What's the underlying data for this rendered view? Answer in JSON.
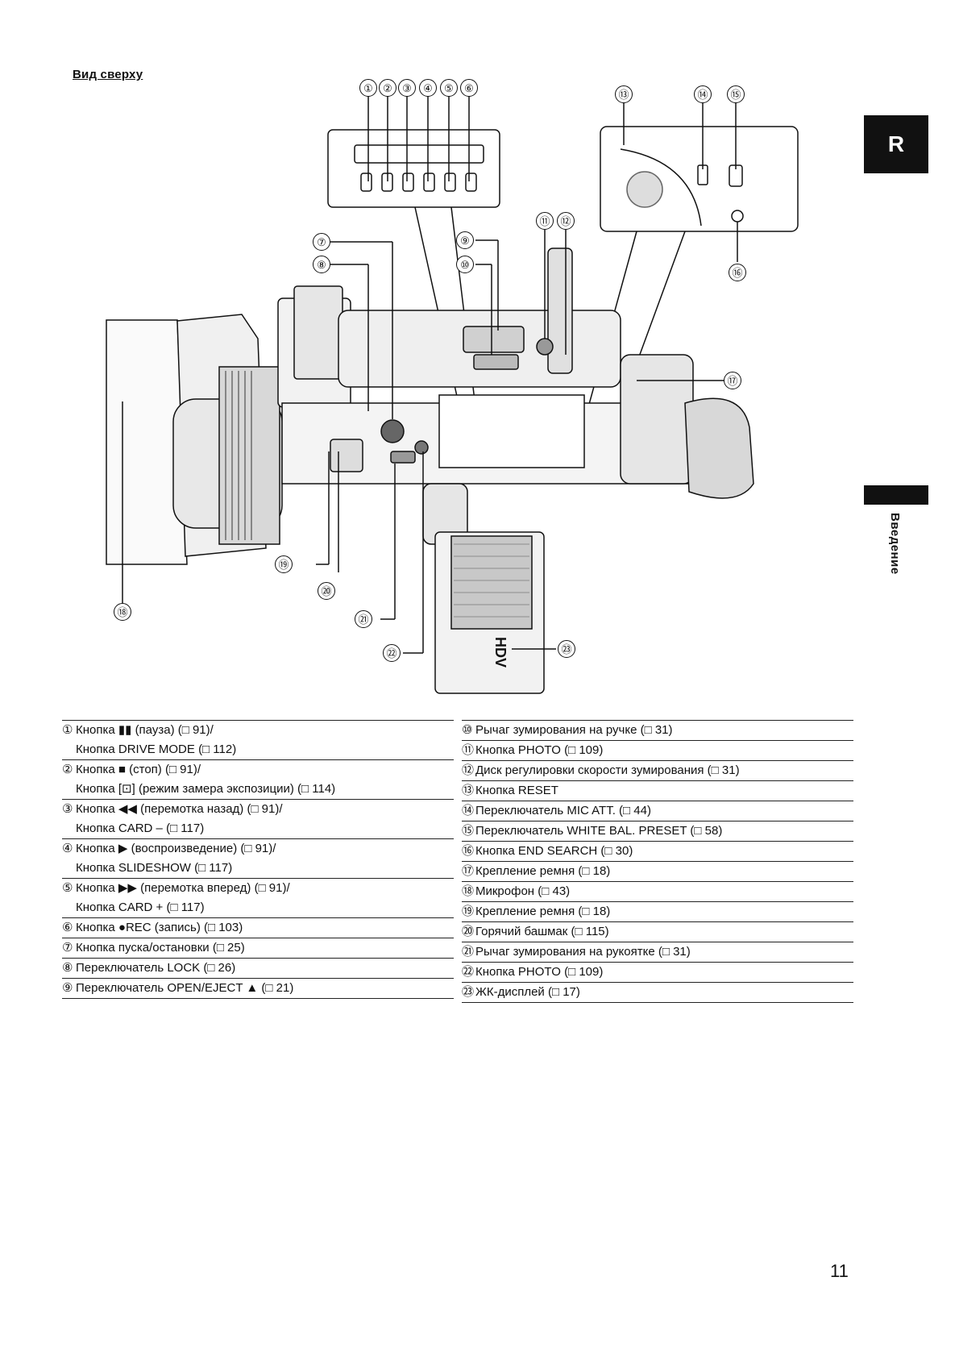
{
  "heading": "Вид сверху",
  "tab": {
    "letter": "R",
    "section": "Введение"
  },
  "page_number": "11",
  "diagram": {
    "labels": [
      "①",
      "②",
      "③",
      "④",
      "⑤",
      "⑥",
      "⑦",
      "⑧",
      "⑨",
      "⑩",
      "⑪",
      "⑫",
      "⑬",
      "⑭",
      "⑮",
      "⑯",
      "⑰",
      "⑱",
      "⑲",
      "⑳",
      "㉑",
      "㉒",
      "㉓"
    ],
    "hdv_text": "HDV"
  },
  "left_items": [
    {
      "num": "①",
      "lines": [
        "Кнопка ▮▮ (пауза) (□ 91)/",
        "Кнопка DRIVE MODE (□ 112)"
      ]
    },
    {
      "num": "②",
      "lines": [
        "Кнопка ■ (стоп) (□ 91)/",
        "Кнопка [⊡] (режим замера экспозиции) (□ 114)"
      ]
    },
    {
      "num": "③",
      "lines": [
        "Кнопка ◀◀ (перемотка назад) (□ 91)/",
        "Кнопка CARD – (□ 117)"
      ]
    },
    {
      "num": "④",
      "lines": [
        "Кнопка ▶ (воспроизведение) (□ 91)/",
        "Кнопка SLIDESHOW (□ 117)"
      ]
    },
    {
      "num": "⑤",
      "lines": [
        "Кнопка ▶▶ (перемотка вперед) (□ 91)/",
        "Кнопка CARD + (□ 117)"
      ]
    },
    {
      "num": "⑥",
      "lines": [
        "Кнопка ●REC (запись) (□ 103)"
      ]
    },
    {
      "num": "⑦",
      "lines": [
        "Кнопка пуска/остановки (□ 25)"
      ]
    },
    {
      "num": "⑧",
      "lines": [
        "Переключатель LOCK (□ 26)"
      ]
    },
    {
      "num": "⑨",
      "lines": [
        "Переключатель OPEN/EJECT ▲ (□ 21)"
      ]
    }
  ],
  "right_items": [
    {
      "num": "⑩",
      "lines": [
        "Рычаг зумирования на ручке (□ 31)"
      ]
    },
    {
      "num": "⑪",
      "lines": [
        "Кнопка PHOTO (□ 109)"
      ]
    },
    {
      "num": "⑫",
      "lines": [
        "Диск регулировки скорости зумирования (□ 31)"
      ]
    },
    {
      "num": "⑬",
      "lines": [
        "Кнопка RESET"
      ]
    },
    {
      "num": "⑭",
      "lines": [
        "Переключатель MIC ATT. (□ 44)"
      ]
    },
    {
      "num": "⑮",
      "lines": [
        "Переключатель WHITE BAL. PRESET (□ 58)"
      ]
    },
    {
      "num": "⑯",
      "lines": [
        "Кнопка END SEARCH (□ 30)"
      ]
    },
    {
      "num": "⑰",
      "lines": [
        "Крепление ремня (□ 18)"
      ]
    },
    {
      "num": "⑱",
      "lines": [
        "Микрофон (□ 43)"
      ]
    },
    {
      "num": "⑲",
      "lines": [
        "Крепление ремня (□ 18)"
      ]
    },
    {
      "num": "⑳",
      "lines": [
        "Горячий башмак (□ 115)"
      ]
    },
    {
      "num": "㉑",
      "lines": [
        "Рычаг зумирования на рукоятке (□ 31)"
      ]
    },
    {
      "num": "㉒",
      "lines": [
        "Кнопка PHOTO (□ 109)"
      ]
    },
    {
      "num": "㉓",
      "lines": [
        "ЖК-дисплей (□ 17)"
      ]
    }
  ]
}
